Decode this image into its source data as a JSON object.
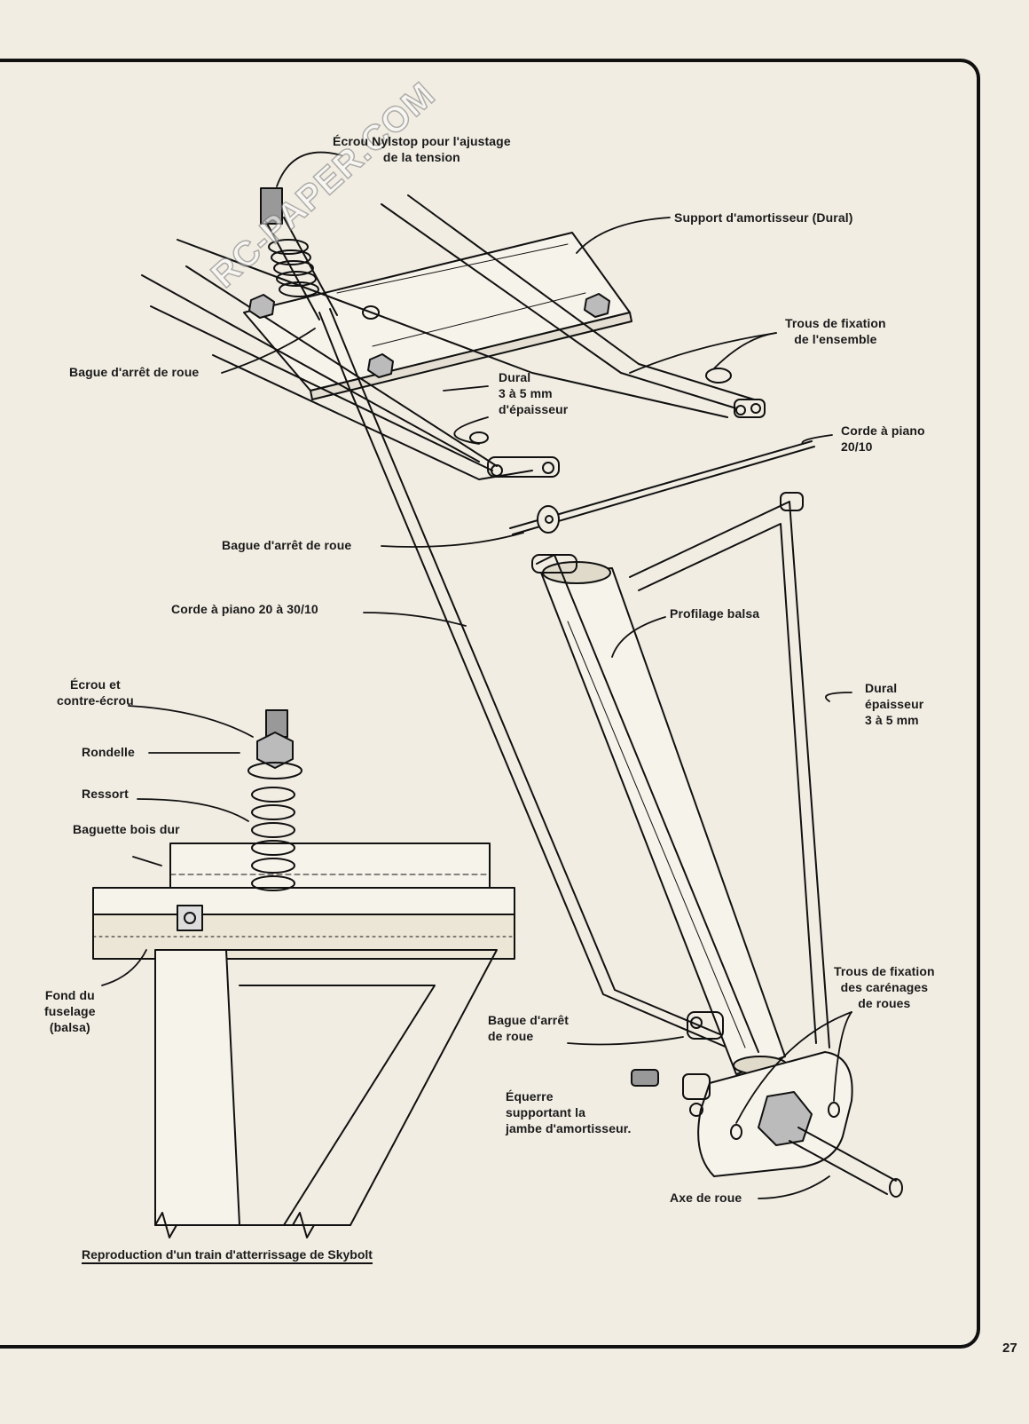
{
  "labels": {
    "ecrou_nylstop": [
      "Écrou Nylstop pour l'ajustage",
      "de la tension"
    ],
    "support_amortisseur": [
      "Support d'amortisseur (Dural)"
    ],
    "trous_fixation_ensemble": [
      "Trous de fixation",
      "de l'ensemble"
    ],
    "bague_arret_roue_1": [
      "Bague d'arrêt de roue"
    ],
    "dural_epaisseur_1": [
      "Dural",
      "3 à 5 mm",
      "d'épaisseur"
    ],
    "corde_piano_2010": [
      "Corde à piano",
      "20/10"
    ],
    "bague_arret_roue_2": [
      "Bague d'arrêt  de roue"
    ],
    "corde_piano_2030": [
      "Corde à piano 20  à 30/10"
    ],
    "profilage_balsa": [
      "Profilage balsa"
    ],
    "ecrou_contre_ecrou": [
      "Écrou et",
      "contre-écrou"
    ],
    "dural_epaisseur_2": [
      "Dural",
      "épaisseur",
      "3 à 5 mm"
    ],
    "rondelle": [
      "Rondelle"
    ],
    "ressort": [
      "Ressort"
    ],
    "baguette_bois_dur": [
      "Baguette bois dur"
    ],
    "fond_fuselage": [
      "Fond du",
      "fuselage",
      "(balsa)"
    ],
    "trous_fixation_carenages": [
      "Trous de fixation",
      "des carénages",
      "de roues"
    ],
    "bague_arret_roue_3": [
      "Bague d'arrêt",
      "de roue"
    ],
    "equerre": [
      "Équerre",
      "supportant la",
      "jambe d'amortisseur."
    ],
    "axe_de_roue": [
      "Axe de roue"
    ]
  },
  "caption": "Reproduction d'un train d'atterrissage de Skybolt",
  "page_number": "27",
  "watermark": "RC-PAPER.COM"
}
